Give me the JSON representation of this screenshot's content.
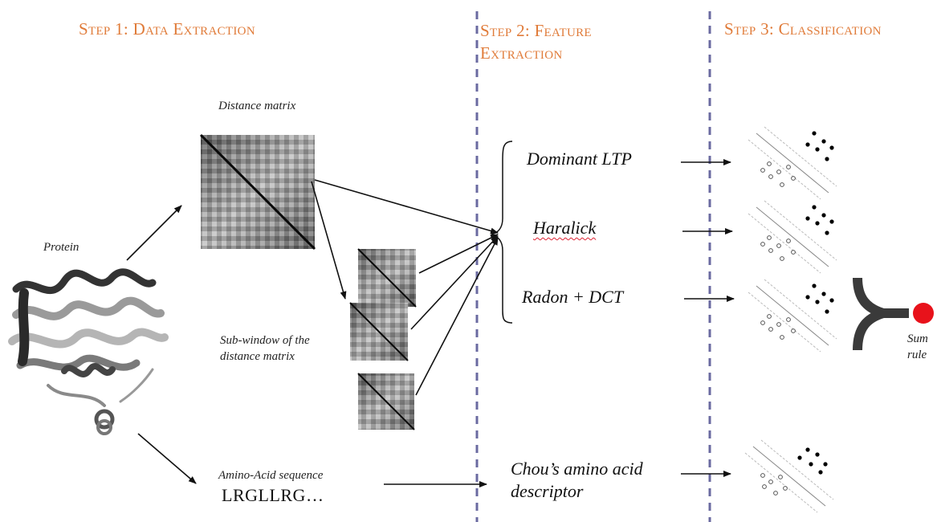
{
  "steps": {
    "step1": "Step 1: Data Extraction",
    "step2_line1": "Step 2: Feature",
    "step2_line2": "Extraction",
    "step3": "Step 3: Classification"
  },
  "labels": {
    "distance_matrix": "Distance matrix",
    "protein": "Protein",
    "sub_window_line1": "Sub-window of the",
    "sub_window_line2": "distance matrix",
    "amino_acid_sequence": "Amino-Acid sequence",
    "sequence": "LRGLLRG…"
  },
  "features": {
    "dominant_ltp": "Dominant LTP",
    "haralick": "Haralick",
    "radon_dct": "Radon + DCT",
    "chou_line1": "Chou’s amino acid",
    "chou_line2": "descriptor"
  },
  "fusion": {
    "line1": "Sum",
    "line2": "rule"
  },
  "colors": {
    "step_heading": "#e07b39",
    "divider": "#6a6aa0",
    "fusion_dot": "#e8121b"
  }
}
